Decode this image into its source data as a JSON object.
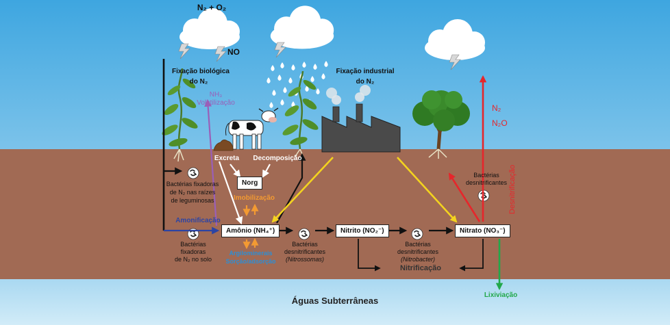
{
  "atmosphere": {
    "n2_o2": "N₂ + O₂",
    "no": "NO",
    "biological_fixation_line1": "Fixação biológica",
    "biological_fixation_line2": "do N₂",
    "industrial_fixation_line1": "Fixação industrial",
    "industrial_fixation_line2": "do N₂",
    "nh3": "NH₃",
    "volatilization": "Volatilização",
    "n2": "N₂",
    "n2o": "N₂O"
  },
  "soil": {
    "excreta": "Excreta",
    "decomposition": "Decomposição",
    "norg": "Norg",
    "immobilization": "Imobilização",
    "symbiotic_bacteria": [
      "Bactérias fixadoras",
      "de N₂ nas raízes",
      "de leguminosas"
    ],
    "ammonification": "Amonificação",
    "free_bacteria": [
      "Bactérias",
      "fixadoras",
      "de N₂ no solo"
    ],
    "ammonium": "Amônio (NH₄⁺)",
    "nitrite": "Nitrito (NO₂⁻)",
    "nitrate": "Nitrato (NO₃⁻)",
    "clay_minerals": "Argilominerais",
    "sorption": "Sorção/adsorção",
    "nitrosomonas_bacteria": [
      "Bactérias",
      "desnitrificantes",
      "(Nitrossomas)"
    ],
    "nitrobacter_bacteria": [
      "Bactérias",
      "desnitrificantes",
      "(Nitrobacter)"
    ],
    "denitrifying_bacteria": [
      "Bactérias",
      "desnitrificantes"
    ],
    "denitrification": "Desnitrificação",
    "nitrification": "Nitrificação"
  },
  "groundwater": {
    "title": "Águas Subterrâneas",
    "leaching": "Lixiviação"
  },
  "colors": {
    "sky": "#5aaedd",
    "soil": "#a16a54",
    "groundwater": "#b5def3",
    "purple": "#9a5fb8",
    "orange": "#f39a32",
    "blue": "#2c44a4",
    "cyan": "#2b8fd6",
    "red": "#e6262b",
    "yellow": "#f3d31f",
    "green": "#22a84a"
  }
}
